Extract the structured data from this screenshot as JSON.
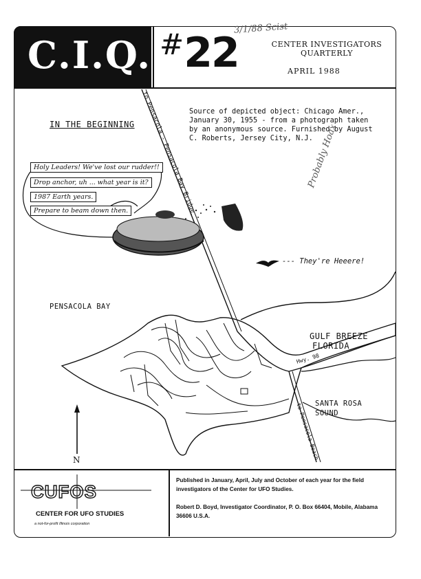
{
  "header": {
    "logo": "C.I.Q.",
    "issue_number": "22",
    "issue_prefix": "#",
    "handwritten_note": "3/1/88 Scist",
    "title_line1": "CENTER INVESTIGATORS",
    "title_line2": "QUARTERLY",
    "date": "APRIL 1988"
  },
  "main": {
    "headline": "IN THE BEGINNING",
    "source_text": "Source of depicted object: Chicago Amer., January 30, 1955 - from a photograph taken by an anonymous source. Furnished by August C. Roberts, Jersey City, N.J.",
    "speech_bubbles": [
      "Holy Leaders! We've lost our rudder!!",
      "Drop anchor, uh ... what year is it?",
      "1987 Earth years.",
      "Prepare to beam down then."
    ],
    "handwritten_margin": "Probably Hoax"
  },
  "map": {
    "bridge_label": "to Pensacola - Pensacola Bay Bridge",
    "bay_label": "PENSACOLA BAY",
    "town_line1": "GULF BREEZE",
    "town_line2": "FLORIDA",
    "hwy_label": "Hwy. 98",
    "sound_line1": "SANTA ROSA",
    "sound_line2": "SOUND",
    "beach_road_label": "to Pensacola Beach",
    "bird_caption": "--- They're Heeere!",
    "north_label": "N"
  },
  "footer": {
    "org_logo": "CUFOS",
    "org_name": "CENTER FOR UFO STUDIES",
    "org_tagline": "a not-for-profit Illinois corporation",
    "pub_text": "Published in January, April, July and October of each year for the field investigators of the Center for UFO Studies.",
    "contact_text": "Robert D. Boyd, Investigator Coordinator, P. O. Box 66404, Mobile, Alabama 36606 U.S.A."
  }
}
